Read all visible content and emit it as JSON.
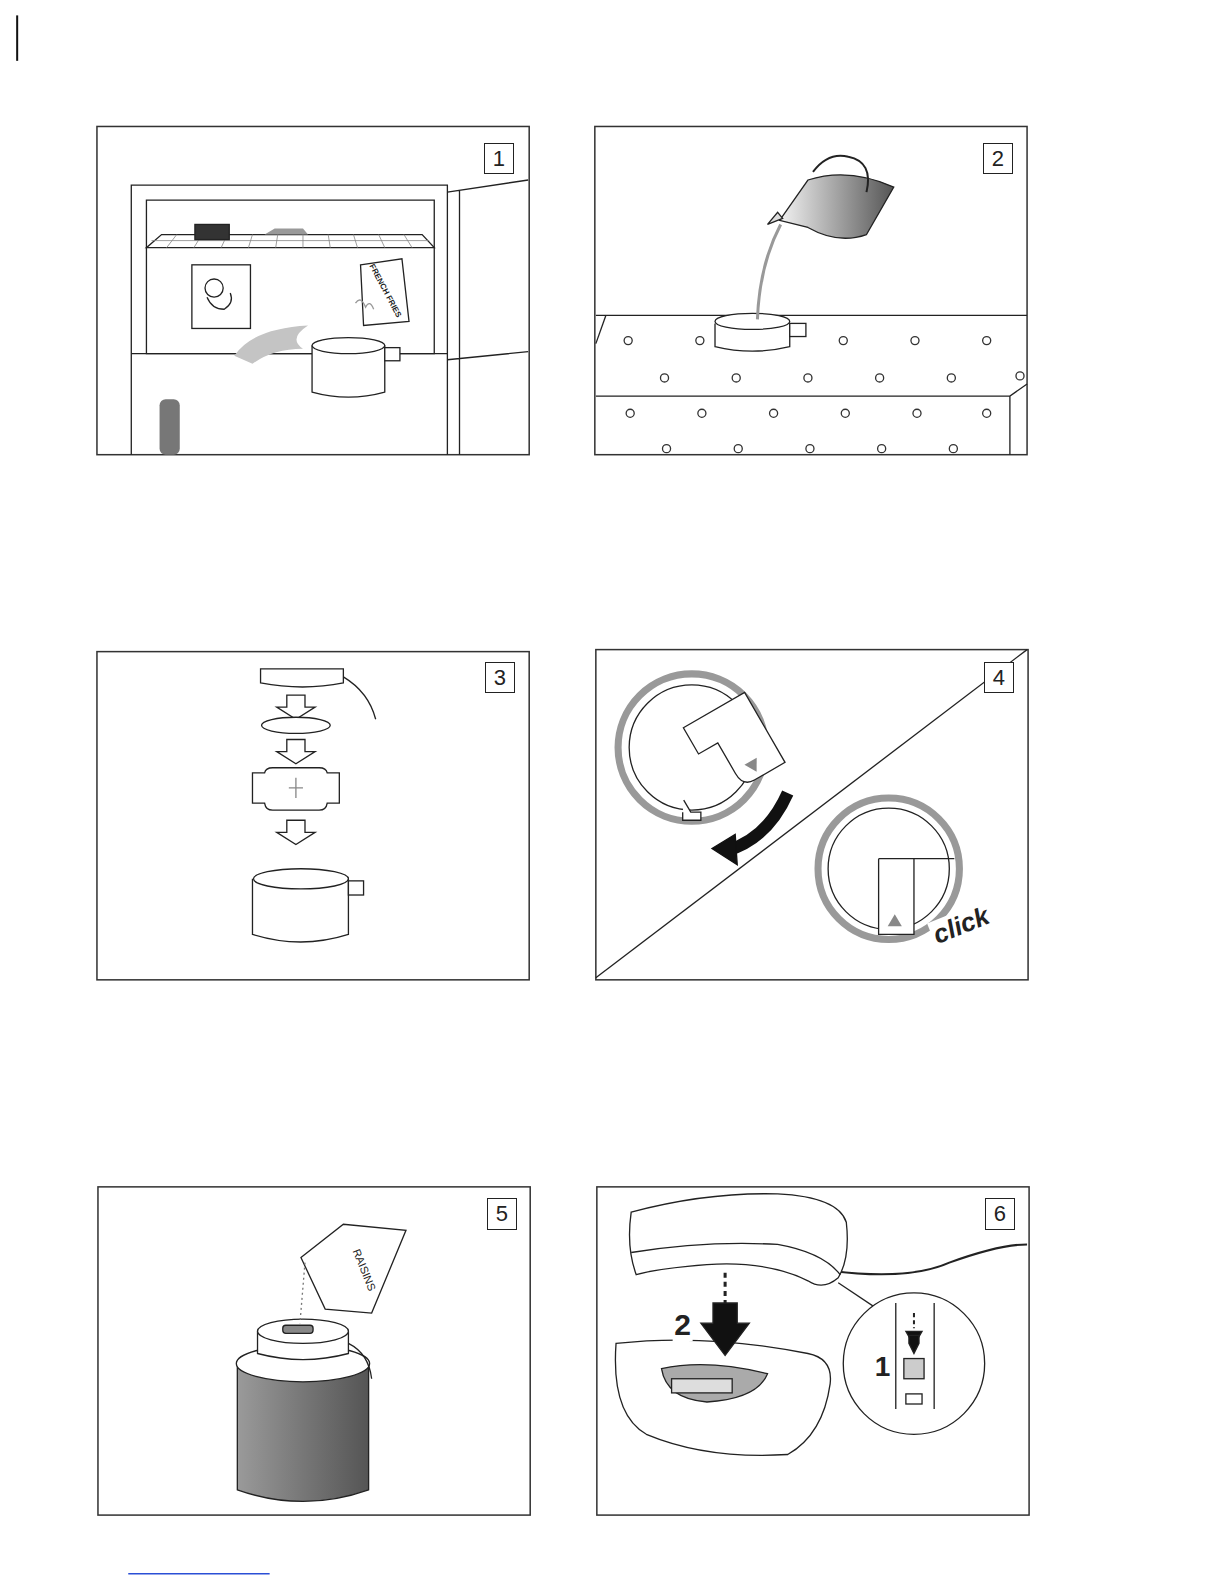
{
  "diagram": {
    "nodes": [
      {
        "text": [
          "1"
        ]
      },
      {
        "text": [
          "2"
        ]
      },
      {
        "text": [
          "3"
        ]
      },
      {
        "text": [
          "4"
        ]
      },
      {
        "text": [
          "5"
        ]
      },
      {
        "text": [
          "6"
        ]
      }
    ],
    "labels": [
      "FRENCH FRIES",
      "click",
      "RAISINS",
      "2",
      "1"
    ]
  }
}
